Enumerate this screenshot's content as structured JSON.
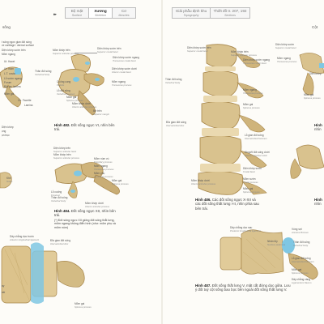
{
  "header": {
    "nav_arrows": "▸▸",
    "left_tabs": [
      {
        "label": "Bộ mặt",
        "sub": "Surface",
        "active": false
      },
      {
        "label": "Xương",
        "sub": "Skeleton",
        "active": true
      },
      {
        "label": "Cơ",
        "sub": "Muscles",
        "active": false
      }
    ],
    "right_tabs": [
      {
        "label": "Giải phẫu định khu",
        "sub": "Topography",
        "active": false
      },
      {
        "label": "Thiết đồ tr. 207, 192",
        "sub": "Sections",
        "active": false
      }
    ]
  },
  "left_page": {
    "section_title": "sống",
    "top_left_labels": [
      "t sống ngực gian đốt sống",
      "ve cartilage / dermal surface",
      "Diện khớp sườn trên",
      "Mỏm ngang",
      "Ut. Hacet",
      "Ut. mom",
      "L.T. costa",
      "Lỗ sườn ngang",
      "Forum",
      "Đĩa tm. lamina",
      "Mỏm gai",
      "Ch. Facette",
      "Lamina",
      "Mỏm gai"
    ],
    "fig482_labels": [
      "Diện khớp sườn trên",
      "Superior costal facet",
      "Mỏm khớp trên",
      "Superior articular process",
      "Diện khớp sườn ngang",
      "Transverse costal facet",
      "Thân đốt sống",
      "Vertebral body",
      "Diện khớp sườn dưới",
      "Inferior costal facet",
      "Mỏm ngang",
      "Transverse process",
      "Cuống cung",
      "Pedicle",
      "Lỗ đốt sống",
      "Vertebral foramen",
      "Mỏm gai",
      "Spinous process",
      "Mỏm khớp dưới",
      "Inferior articular process",
      "Bờ trên",
      "Superior margin"
    ],
    "fig482_caption_title": "Hình 482.",
    "fig482_caption_text": "Đốt sống ngực VI, nhìn bên trái.",
    "mid_left_labels": [
      "Diện khớp",
      "ọng",
      "ụn trục",
      "Tuy",
      "b"
    ],
    "fig484_labels": [
      "Diện khớp trên",
      "Superior articular facet",
      "Mỏm khớp trên",
      "Superior articular process",
      "Mỏm núm vú",
      "Mamillary process",
      "Mỏm ngang",
      "Transverse process",
      "Mỏm phụ",
      "Accessory process",
      "Khe",
      "Notch",
      "Lỗ cuống",
      "Foramen",
      "Thân đốt sống",
      "Vertebral body",
      "Mỏm gai",
      "Spinous process",
      "Mỏm khớp dưới",
      "Inferior articular process"
    ],
    "fig484_caption_title": "Hình 484.",
    "fig484_caption_text": "Đốt sống ngực XII, nhìn bên trái.",
    "fig484_note": "(*) Đốt sống ngực XII giống đốt sống thắt lưng, mỏm ngang không điển hình (như: mỏm phụ và mỏm núm)",
    "bottom_left_labels": [
      "Dây chằng dọc trước",
      "Anterior longitudinal ligament",
      "Đĩa gian đốt sống",
      "Intervertebral disc",
      "Mỏm gai",
      "Spinous process",
      "ay",
      "ale"
    ]
  },
  "right_page": {
    "section_title": "Cột",
    "fig486_labels": [
      "Diện khớp sườn trên",
      "Superior costal facet",
      "Mỏm khớp trên",
      "Superior articular process",
      "Diện khớp sườn ngang",
      "Transverse costal facet",
      "Thân đốt sống",
      "Vertebral body",
      "Mỏm ngang",
      "Transverse process",
      "Mỏm gai",
      "Spinous process",
      "Đĩa gian đốt sống",
      "Intervertebral disc",
      "Lỗ gian đốt sống",
      "Intervertebral foramen",
      "Khuyết đốt sống dưới",
      "Inferior vertebral notch",
      "Mỏm khớp dưới",
      "Inferior articular process",
      "Mỏm gai",
      "Spinous process",
      "Diện khớp sườn",
      "Costal facet",
      "Mỏm sườn",
      "Costal process"
    ],
    "fig486_caption_title": "Hình 486.",
    "fig486_caption_text": "Các đốt sống ngực X-XII và các đốt sống thắt lưng I-II, nhìn phía sau bên trái.",
    "far_right_labels": [
      "Diện khớp sườn",
      "Superior costal facet",
      "Mỏm ngang",
      "Transverse process",
      "Diện khớp",
      "Mỏm gai",
      "Spinous process",
      "Hình",
      "nhìn",
      "Hình",
      "nhìn"
    ],
    "fig487_labels": [
      "Dây chằng dọc sau",
      "Posterior longitudinal ligament",
      "Nhân tủy",
      "Nucleus pulposus",
      "Vòng sợi",
      "Annulus fibrosus",
      "Thân đốt sống",
      "Vertebral body",
      "Lỗ gian đốt sống",
      "Intervertebral foramen",
      "Mỏm gai",
      "Spinous process",
      "Dây chằng vàng",
      "Ligamentum flavum"
    ],
    "fig487_caption_title": "Hình 487.",
    "fig487_caption_text": "Đốt sống thắt lưng V, mặt cắt đứng dọc giữa. Lưu ý đốt tuỷ cột sống bao bọc bên ngoài đốt sống thắt lưng V."
  },
  "colors": {
    "bone": "#d9c28e",
    "bone_dark": "#a7864a",
    "cartilage": "#7fc7e3",
    "caption_title": "#1c1c1c",
    "leader": "#9b9b9b",
    "page": "#fdfcf8"
  }
}
